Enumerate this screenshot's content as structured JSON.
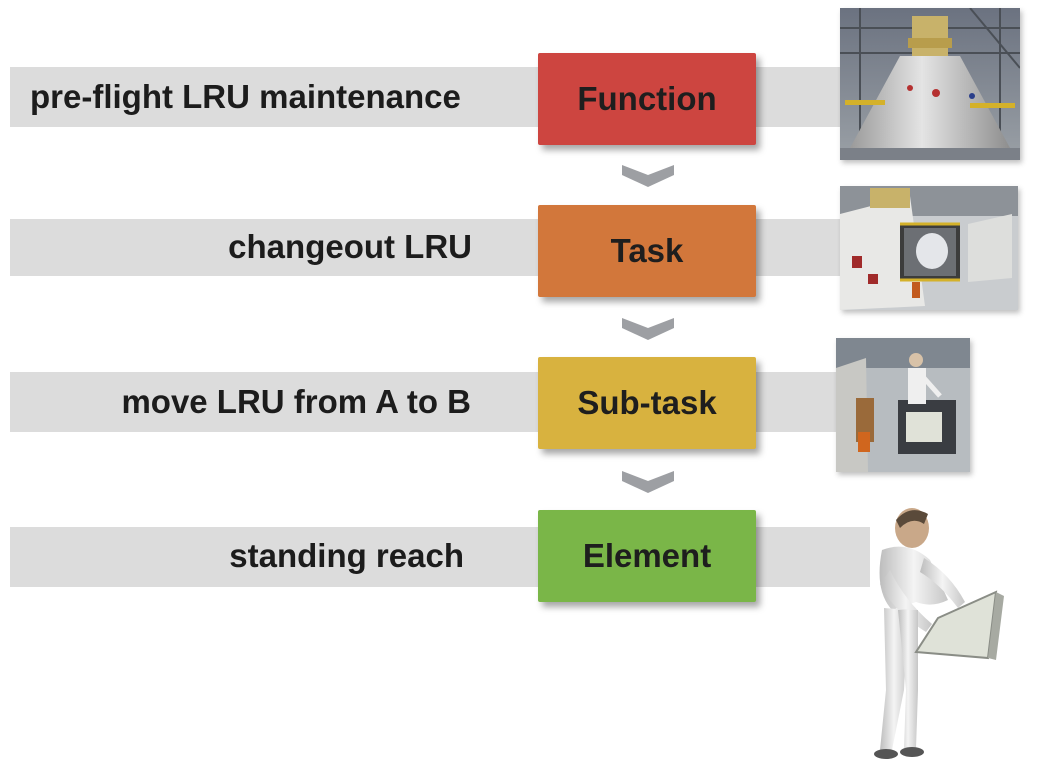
{
  "levels": [
    {
      "name": "Function",
      "description": "pre-flight LRU maintenance",
      "color": "#cd4540"
    },
    {
      "name": "Task",
      "description": "changeout LRU",
      "color": "#d2773b"
    },
    {
      "name": "Sub-task",
      "description": "move LRU from A to B",
      "color": "#d8b23f"
    },
    {
      "name": "Element",
      "description": "standing reach",
      "color": "#7ab648"
    }
  ],
  "images": [
    {
      "icon": "spacecraft-in-hangar-image"
    },
    {
      "icon": "capsule-hatch-image"
    },
    {
      "icon": "crew-moving-lru-image"
    },
    {
      "icon": "human-figure-reaching-image"
    }
  ],
  "colors": {
    "band": "#dcdcdc",
    "chevron": "#9d9fa3",
    "text": "#1c1c1c"
  }
}
